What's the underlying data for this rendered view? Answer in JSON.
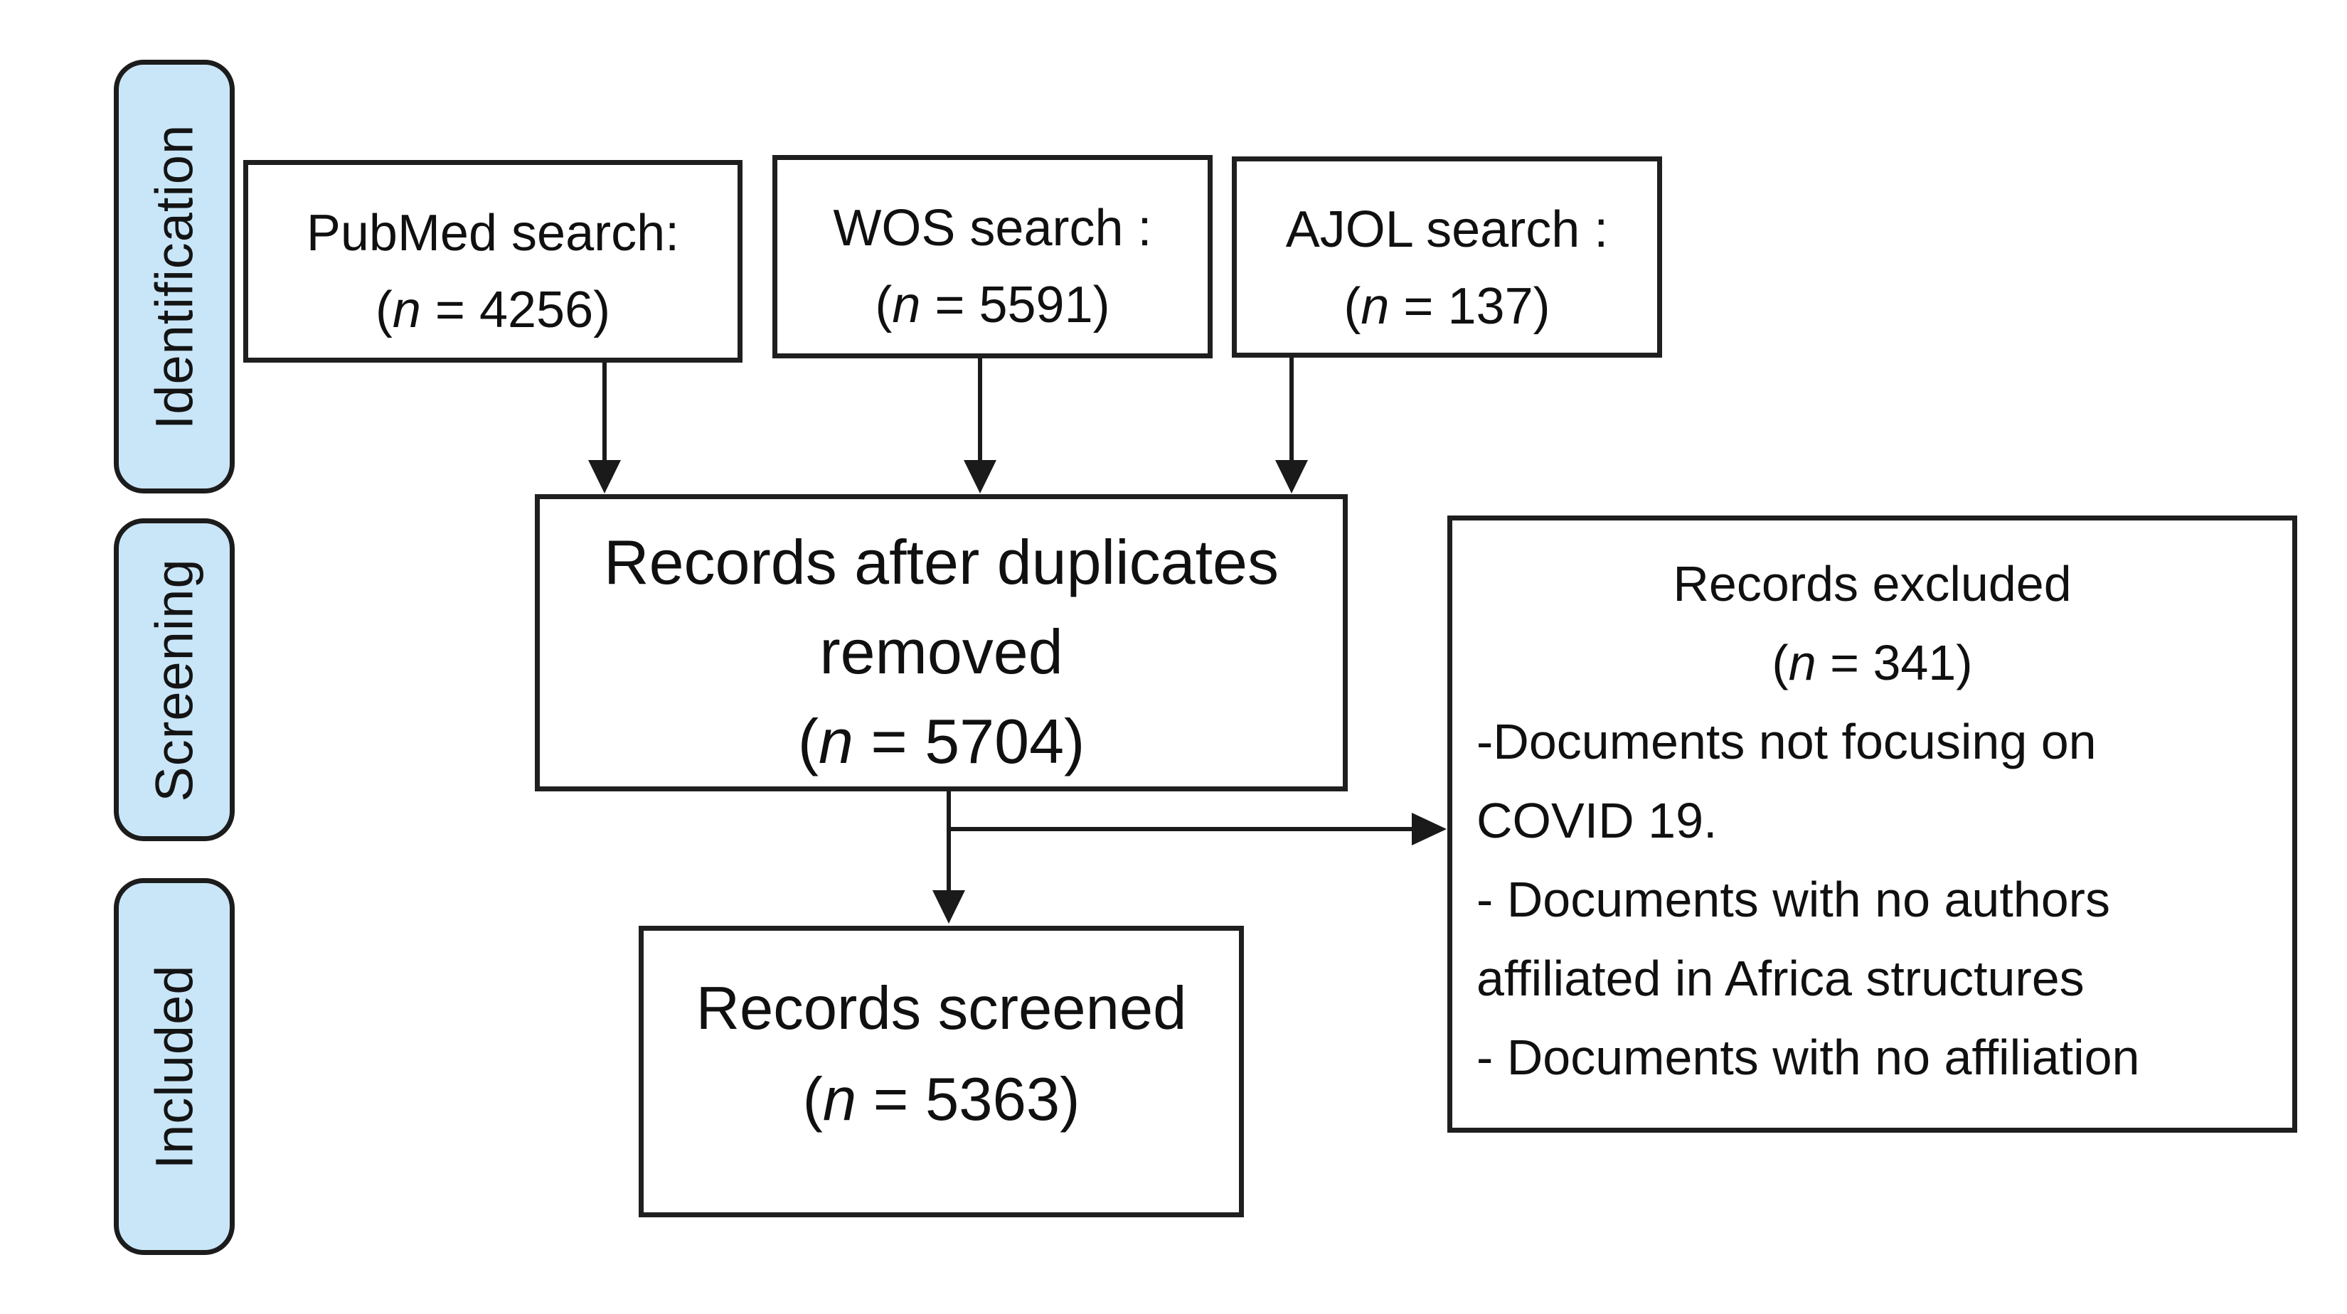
{
  "figure": {
    "type": "prisma-flow-diagram",
    "colors": {
      "stage_tab_fill": "#c9e6f8",
      "border": "#1c1c1c",
      "background": "#ffffff",
      "text": "#101010"
    }
  },
  "sidebar": {
    "stages": [
      {
        "label": "Identification"
      },
      {
        "label": "Screening"
      },
      {
        "label": "Included"
      }
    ]
  },
  "boxes": {
    "pubmed": {
      "label": "PubMed search:",
      "count": {
        "open": "(",
        "var": "n",
        "rest": " = 4256)"
      }
    },
    "wos": {
      "label": "WOS search :",
      "count": {
        "open": "(",
        "var": "n",
        "rest": " = 5591)"
      }
    },
    "ajol": {
      "label": "AJOL search :",
      "count": {
        "open": "(",
        "var": "n",
        "rest": " = 137)"
      }
    },
    "duplicates": {
      "title": "Records after duplicates\nremoved",
      "count": {
        "open": "(",
        "var": "n",
        "rest": " = 5704)"
      }
    },
    "screened": {
      "label": "Records screened",
      "count": {
        "open": "(",
        "var": "n",
        "rest": " = 5363)"
      }
    },
    "excluded": {
      "title": "Records excluded",
      "count": {
        "open": "(",
        "var": "n",
        "rest": " = 341)"
      },
      "reasons": [
        "-Documents not focusing on\nCOVID 19.",
        "- Documents with no authors\naffiliated in Africa structures",
        "- Documents with no affiliation"
      ]
    }
  }
}
